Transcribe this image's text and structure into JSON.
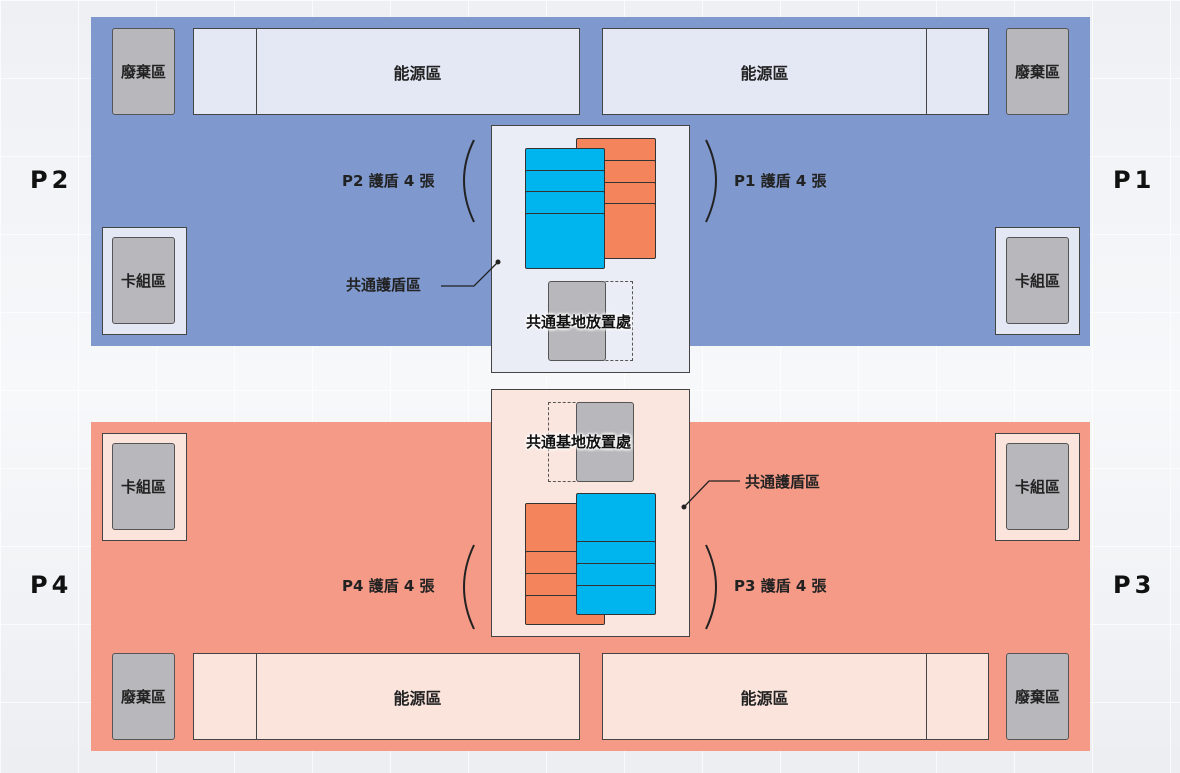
{
  "colors": {
    "top_zone": "#7f98ce",
    "bottom_zone": "#f59a87",
    "shield_blue": "#00b4ee",
    "shield_orange": "#f4845c",
    "slot_gray": "#b8b8bc"
  },
  "players": {
    "p1": "P1",
    "p2": "P2",
    "p3": "P3",
    "p4": "P4"
  },
  "zones": {
    "discard": "廢棄區",
    "energy": "能源區",
    "deck": "卡組區",
    "common_shield": "共通護盾區",
    "common_base": "共通基地放置處"
  },
  "shield_labels": {
    "p1": "P1 護盾 4 張",
    "p2": "P2 護盾 4 張",
    "p3": "P3 護盾 4 張",
    "p4": "P4 護盾 4 張"
  }
}
